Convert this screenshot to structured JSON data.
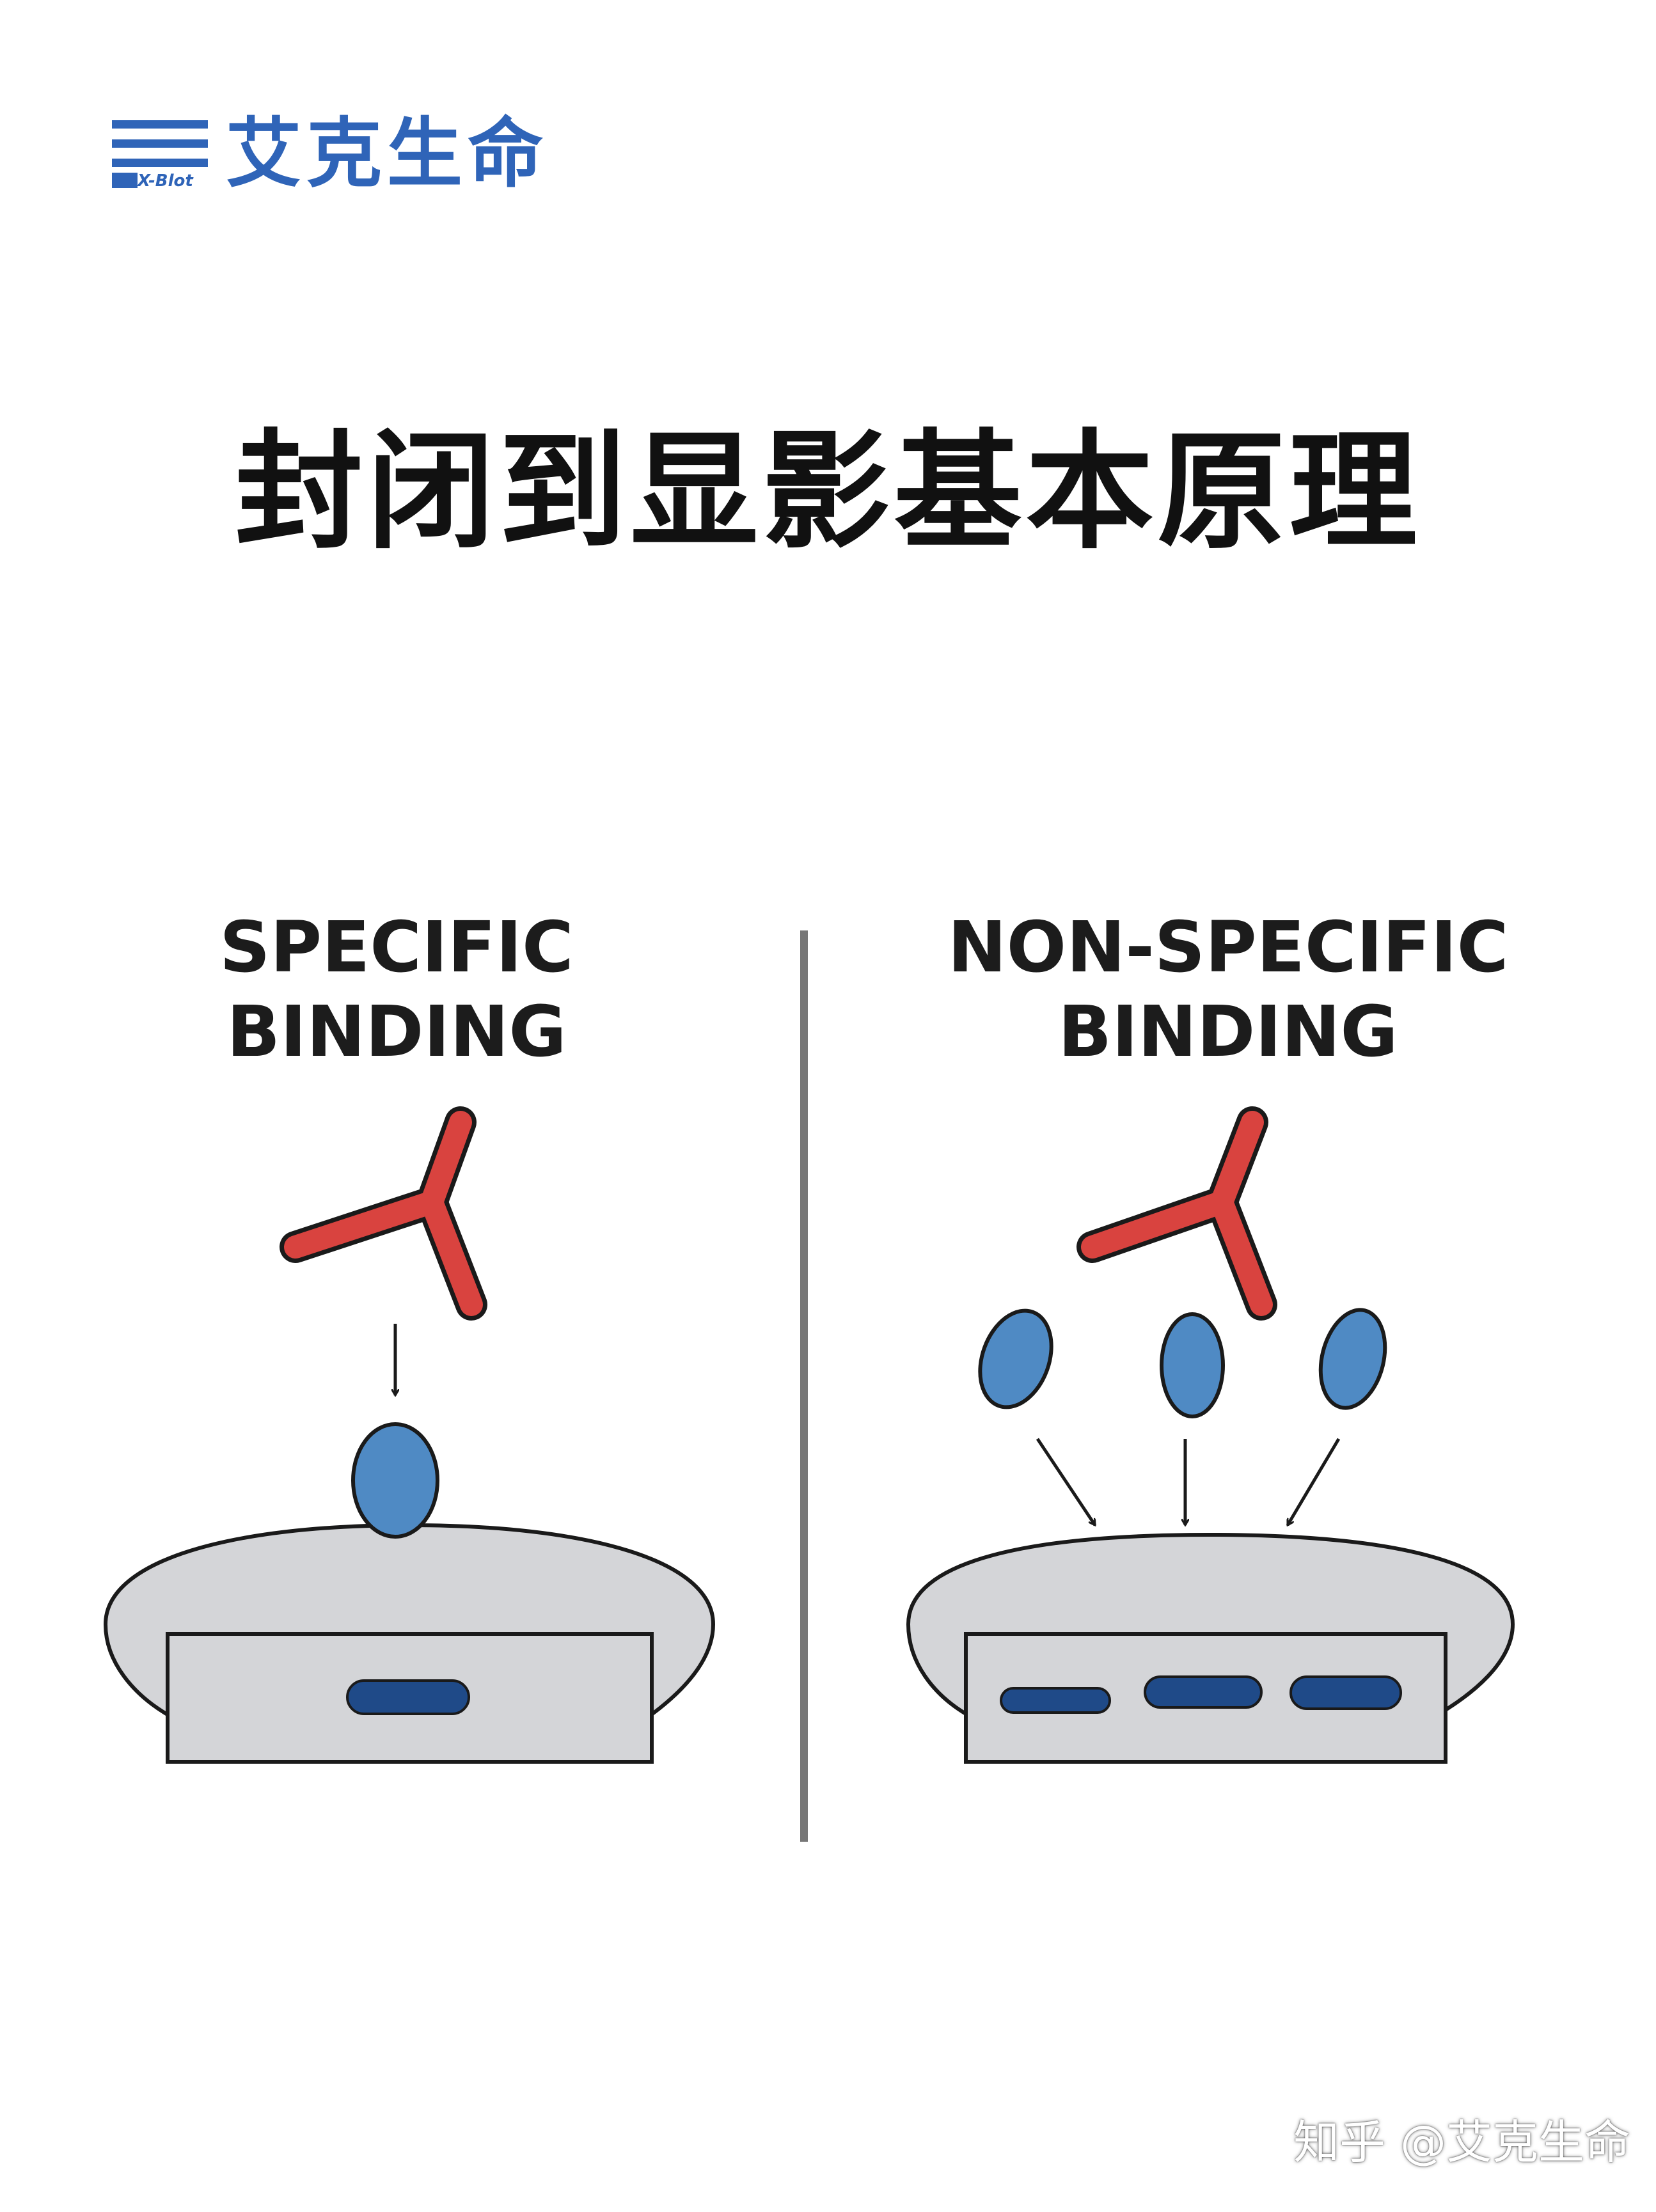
{
  "brand": {
    "logo_name": "艾克生命",
    "logo_sub": "X-Blot",
    "color": "#2f64b8"
  },
  "title": "封闭到显影基本原理",
  "panels": [
    {
      "label_line1": "SPECIFIC",
      "label_line2": "BINDING"
    },
    {
      "label_line1": "NON-SPECIFIC",
      "label_line2": "BINDING"
    }
  ],
  "colors": {
    "antibody": "#d9433f",
    "protein": "#4f8ac4",
    "band": "#1f4a88",
    "membrane": "#d4d5d8",
    "divider": "#777777"
  },
  "watermark": "知乎 @艾克生命"
}
